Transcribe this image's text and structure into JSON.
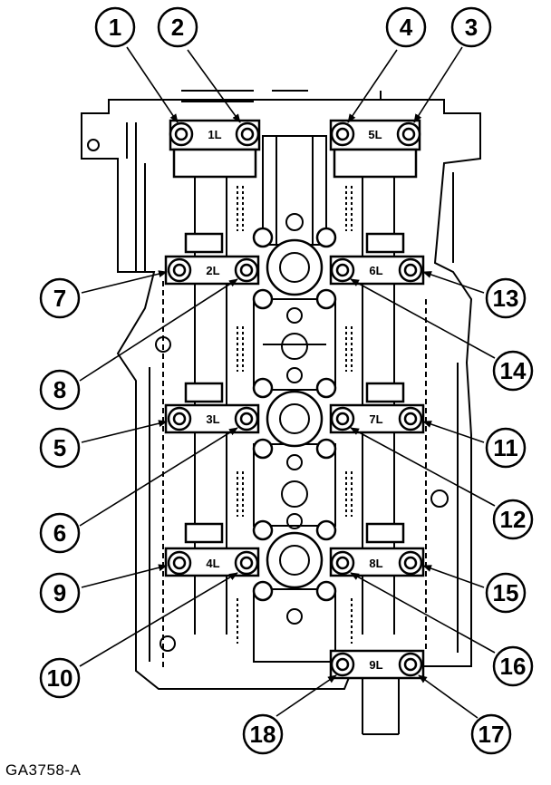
{
  "figure_id": "GA3758-A",
  "caps": [
    {
      "id": "cap-1L",
      "label": "1L"
    },
    {
      "id": "cap-5L",
      "label": "5L"
    },
    {
      "id": "cap-2L",
      "label": "2L"
    },
    {
      "id": "cap-6L",
      "label": "6L"
    },
    {
      "id": "cap-3L",
      "label": "3L"
    },
    {
      "id": "cap-7L",
      "label": "7L"
    },
    {
      "id": "cap-4L",
      "label": "4L"
    },
    {
      "id": "cap-8L",
      "label": "8L"
    },
    {
      "id": "cap-9L",
      "label": "9L"
    }
  ],
  "callouts": [
    {
      "id": "c1",
      "label": "1"
    },
    {
      "id": "c2",
      "label": "2"
    },
    {
      "id": "c3",
      "label": "3"
    },
    {
      "id": "c4",
      "label": "4"
    },
    {
      "id": "c5",
      "label": "5"
    },
    {
      "id": "c6",
      "label": "6"
    },
    {
      "id": "c7",
      "label": "7"
    },
    {
      "id": "c8",
      "label": "8"
    },
    {
      "id": "c9",
      "label": "9"
    },
    {
      "id": "c10",
      "label": "10"
    },
    {
      "id": "c11",
      "label": "11"
    },
    {
      "id": "c12",
      "label": "12"
    },
    {
      "id": "c13",
      "label": "13"
    },
    {
      "id": "c14",
      "label": "14"
    },
    {
      "id": "c15",
      "label": "15"
    },
    {
      "id": "c16",
      "label": "16"
    },
    {
      "id": "c17",
      "label": "17"
    },
    {
      "id": "c18",
      "label": "18"
    }
  ]
}
